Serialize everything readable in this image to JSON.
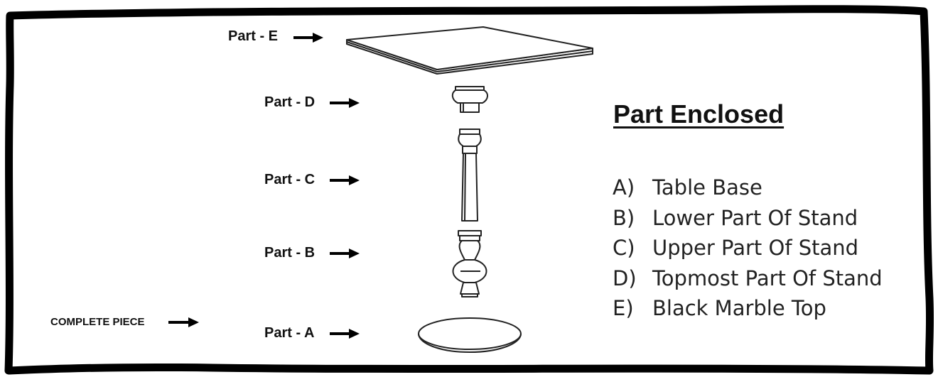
{
  "labels": {
    "part_e": "Part - E",
    "part_d": "Part - D",
    "part_c": "Part - C",
    "part_b": "Part - B",
    "part_a": "Part - A",
    "complete": "COMPLETE PIECE"
  },
  "legend": {
    "title": "Part Enclosed",
    "items": [
      {
        "letter": "A)",
        "text": "Table Base"
      },
      {
        "letter": "B)",
        "text": "Lower Part Of Stand"
      },
      {
        "letter": "C)",
        "text": "Upper Part Of Stand"
      },
      {
        "letter": "D)",
        "text": "Topmost Part Of Stand"
      },
      {
        "letter": "E)",
        "text": "Black Marble Top"
      }
    ]
  }
}
